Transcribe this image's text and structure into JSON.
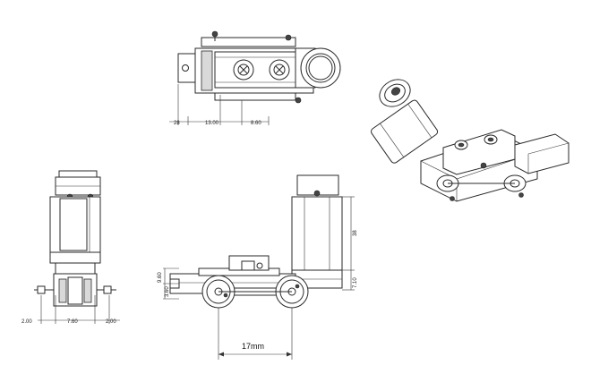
{
  "top_view": {
    "dim_a": "28",
    "dim_b": "13.00",
    "dim_c": "8.60"
  },
  "end_view": {
    "dim_left": "2.00",
    "dim_mid": "7.60",
    "dim_right": "2.00"
  },
  "side_view": {
    "dim_height_small_a": "9.60",
    "dim_height_small_b": "3.60",
    "dim_motor": "38",
    "dim_low": "7.10",
    "wheelbase": "17mm"
  }
}
